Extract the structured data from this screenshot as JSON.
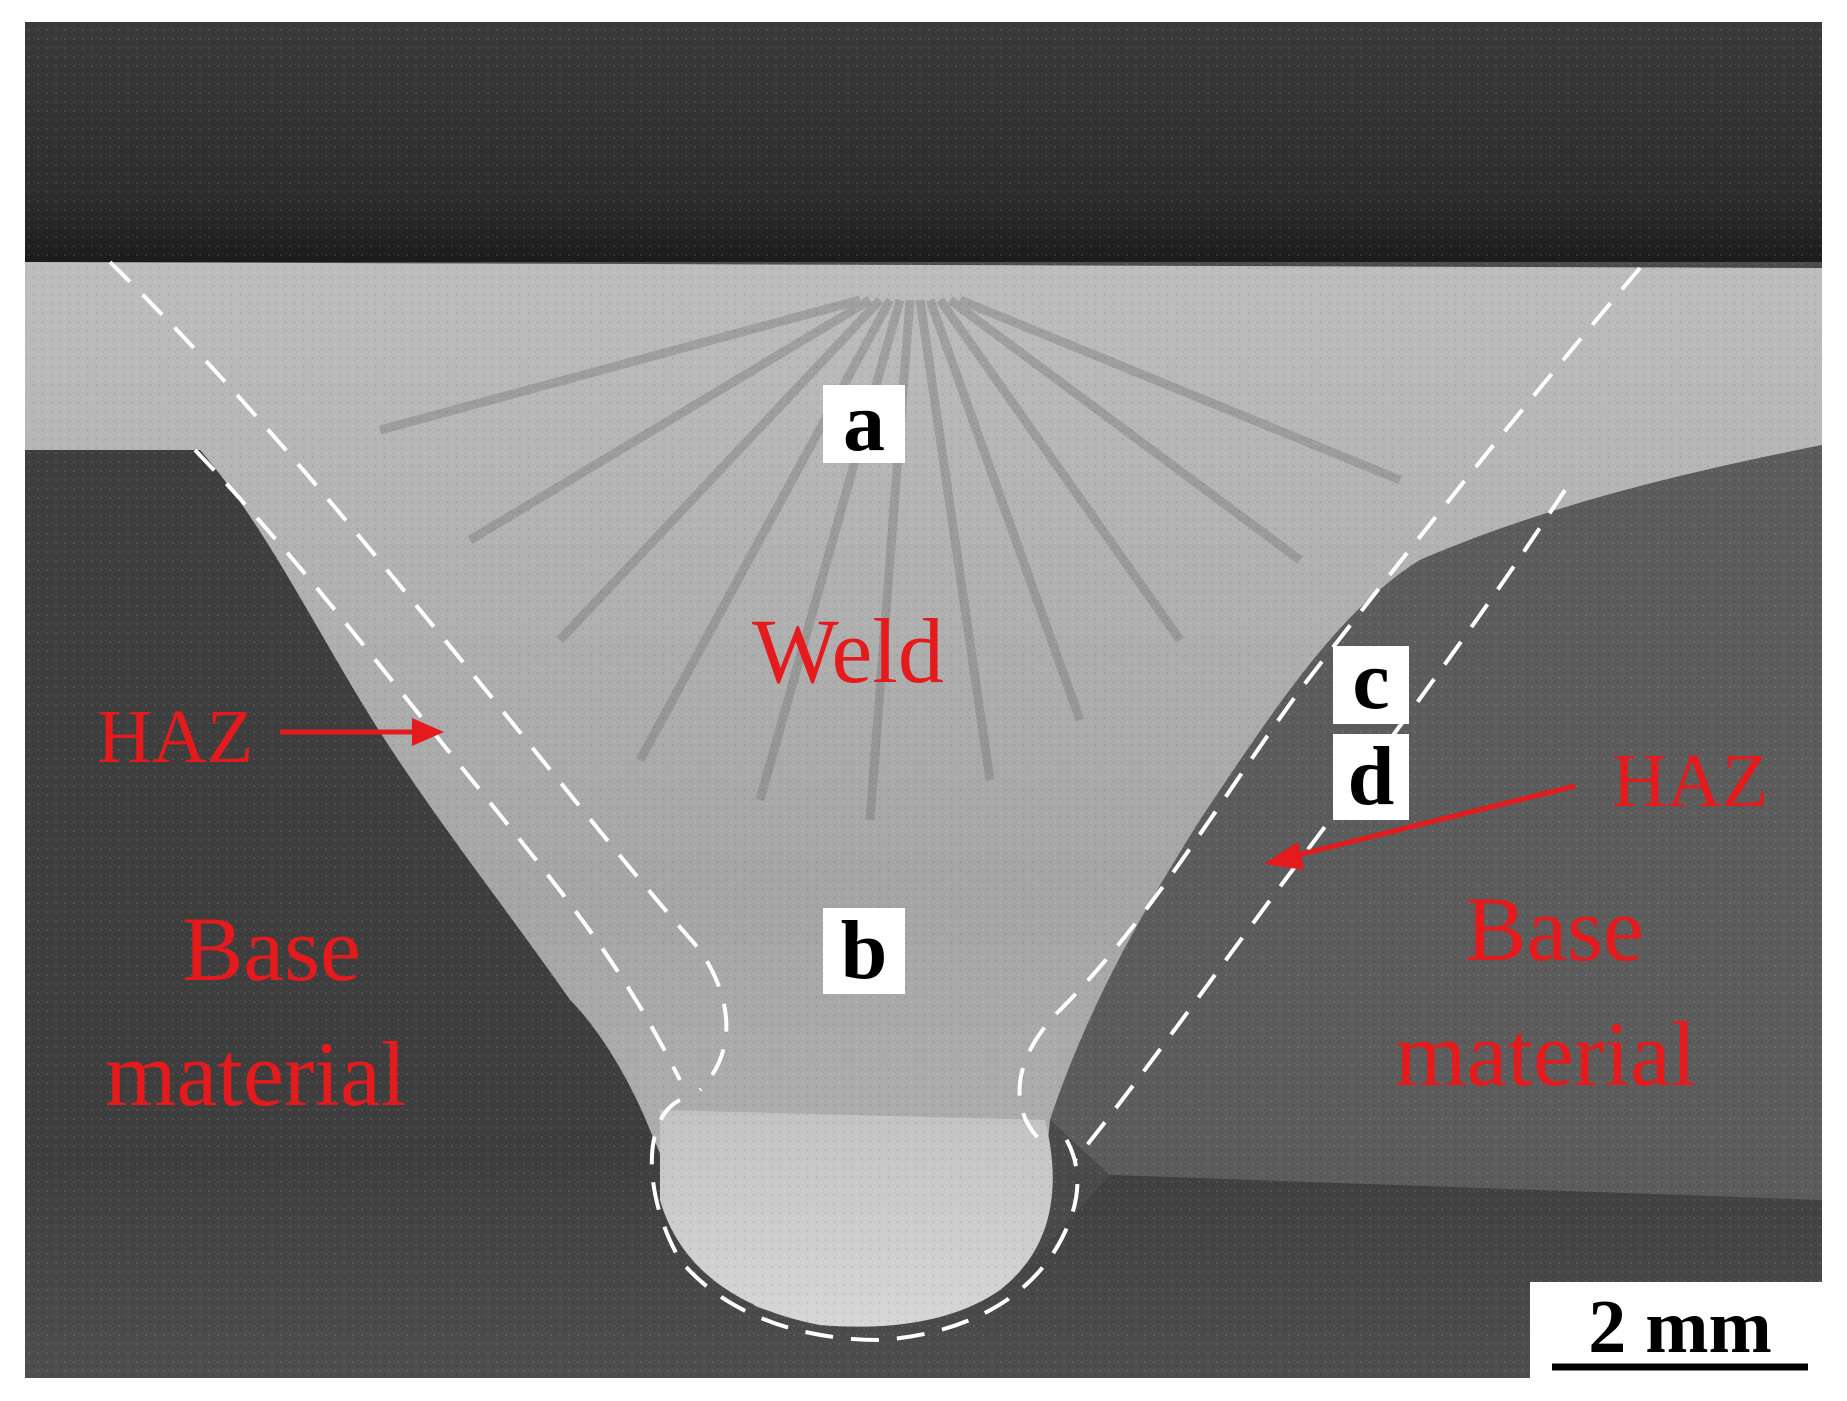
{
  "figure": {
    "labels": {
      "weld": "Weld",
      "haz_left": "HAZ",
      "haz_right": "HAZ",
      "base_left_line1": "Base",
      "base_left_line2": "material",
      "base_right_line1": "Base",
      "base_right_line2": "material"
    },
    "points": {
      "a": "a",
      "b": "b",
      "c": "c",
      "d": "d"
    },
    "scale_bar": "2 mm",
    "colors": {
      "annotation": "#e41a1c",
      "boundary": "#ffffff",
      "point_label_bg": "#ffffff",
      "point_label_text": "#000000"
    }
  }
}
